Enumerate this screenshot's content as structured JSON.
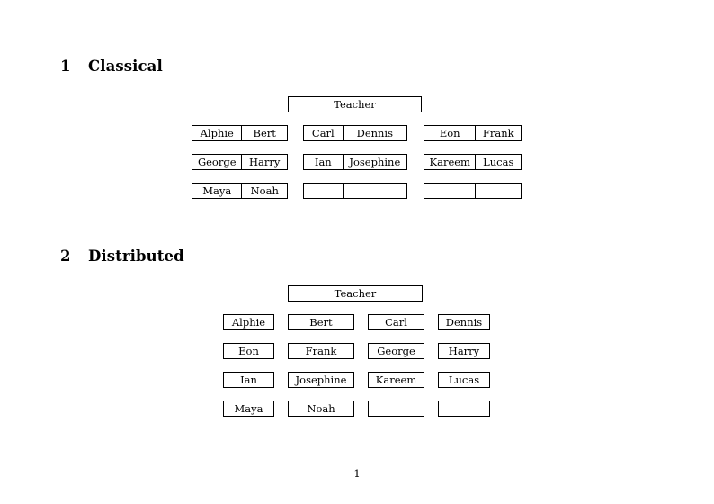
{
  "document": {
    "page_number": "1"
  },
  "sections": [
    {
      "number": "1",
      "title": "Classical",
      "teacher_label": "Teacher",
      "layout": "merged-pairs",
      "groups": [
        {
          "rows": [
            {
              "cells": [
                "Alphie",
                "Bert"
              ]
            },
            {
              "cells": [
                "George",
                "Harry"
              ]
            },
            {
              "cells": [
                "Maya",
                "Noah"
              ]
            }
          ]
        },
        {
          "rows": [
            {
              "cells": [
                "Carl",
                "Dennis"
              ]
            },
            {
              "cells": [
                "Ian",
                "Josephine"
              ]
            },
            {
              "cells": [
                "",
                ""
              ]
            }
          ]
        },
        {
          "rows": [
            {
              "cells": [
                "Eon",
                "Frank"
              ]
            },
            {
              "cells": [
                "Kareem",
                "Lucas"
              ]
            },
            {
              "cells": [
                "",
                ""
              ]
            }
          ]
        }
      ]
    },
    {
      "number": "2",
      "title": "Distributed",
      "teacher_label": "Teacher",
      "layout": "separate-boxes",
      "rows": [
        {
          "cells": [
            "Alphie",
            "Bert",
            "Carl",
            "Dennis"
          ]
        },
        {
          "cells": [
            "Eon",
            "Frank",
            "George",
            "Harry"
          ]
        },
        {
          "cells": [
            "Ian",
            "Josephine",
            "Kareem",
            "Lucas"
          ]
        },
        {
          "cells": [
            "Maya",
            "Noah",
            "",
            ""
          ]
        }
      ]
    }
  ],
  "colors": {
    "page_background": "#ffffff",
    "text": "#000000",
    "box_border": "#000000"
  }
}
